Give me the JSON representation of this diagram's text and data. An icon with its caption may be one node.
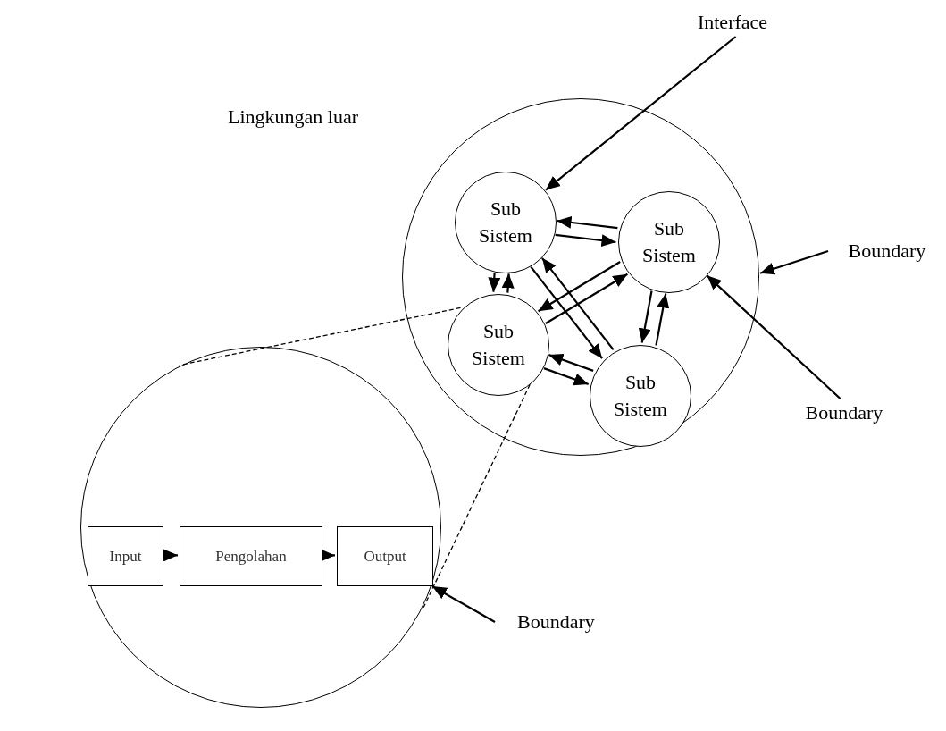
{
  "diagram": {
    "nodes": [
      {
        "text": [],
        "shape": "circle"
      },
      {
        "text": [
          "Sub Sistem"
        ],
        "in": 0
      },
      {
        "text": [
          "Sub Sistem"
        ],
        "in": 0
      },
      {
        "text": [
          "Sub Sistem"
        ],
        "in": 0
      },
      {
        "text": [
          "Sub Sistem"
        ],
        "in": 0
      },
      {
        "text": [],
        "shape": "circle"
      },
      {
        "text": [
          "Input"
        ],
        "in": 5
      },
      {
        "text": [
          "Pengolahan"
        ],
        "in": 5
      },
      {
        "text": [
          "Output"
        ],
        "in": 5
      },
      {
        "text": [
          "Interface"
        ]
      },
      {
        "text": [
          "Boundary"
        ]
      },
      {
        "text": [
          "Boundary"
        ]
      },
      {
        "text": [
          "Boundary"
        ]
      }
    ],
    "edges": [
      {
        "from": 9,
        "to": 1,
        "arrow": "to"
      },
      {
        "from": 10,
        "to": 0,
        "arrow": "to"
      },
      {
        "from": 11,
        "to": 2,
        "arrow": "to"
      },
      {
        "from": 1,
        "to": 2,
        "arrow": "to"
      },
      {
        "from": 2,
        "to": 1,
        "arrow": "to"
      },
      {
        "from": 1,
        "to": 3,
        "arrow": "to"
      },
      {
        "from": 3,
        "to": 1,
        "arrow": "to"
      },
      {
        "from": 1,
        "to": 4,
        "arrow": "to"
      },
      {
        "from": 4,
        "to": 1,
        "arrow": "to"
      },
      {
        "from": 2,
        "to": 3,
        "arrow": "to"
      },
      {
        "from": 3,
        "to": 2,
        "arrow": "to"
      },
      {
        "from": 2,
        "to": 4,
        "arrow": "to"
      },
      {
        "from": 4,
        "to": 2,
        "arrow": "to"
      },
      {
        "from": 3,
        "to": 4,
        "arrow": "to"
      },
      {
        "from": 4,
        "to": 3,
        "arrow": "to"
      },
      {
        "from": 3,
        "to": 5,
        "arrow": "none",
        "style": "dashed"
      },
      {
        "from": 3,
        "to": 5,
        "arrow": "none",
        "style": "dashed"
      },
      {
        "from": 6,
        "to": 7,
        "arrow": "to"
      },
      {
        "from": 7,
        "to": 8,
        "arrow": "to"
      },
      {
        "from": 12,
        "to": 5,
        "arrow": "to"
      }
    ],
    "labels": [
      "Lingkungan luar"
    ]
  }
}
